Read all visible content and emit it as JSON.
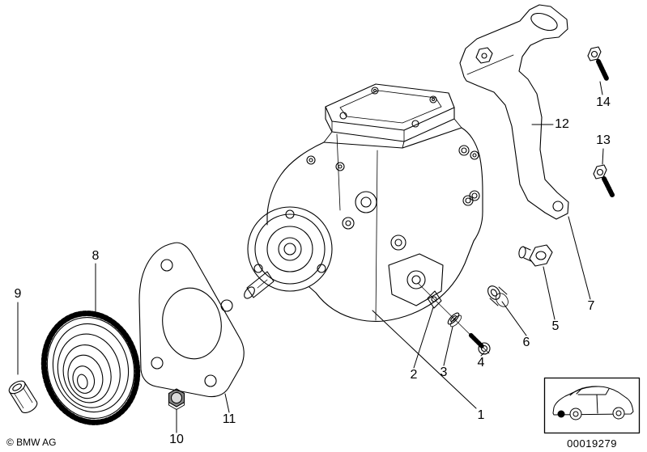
{
  "colors": {
    "background": "#ffffff",
    "line": "#000000"
  },
  "diagram": {
    "callouts": [
      "1",
      "2",
      "3",
      "4",
      "5",
      "6",
      "7",
      "8",
      "9",
      "10",
      "11",
      "12",
      "13",
      "14"
    ]
  },
  "footer": {
    "copyright": "© BMW AG",
    "document_number": "00019279"
  }
}
